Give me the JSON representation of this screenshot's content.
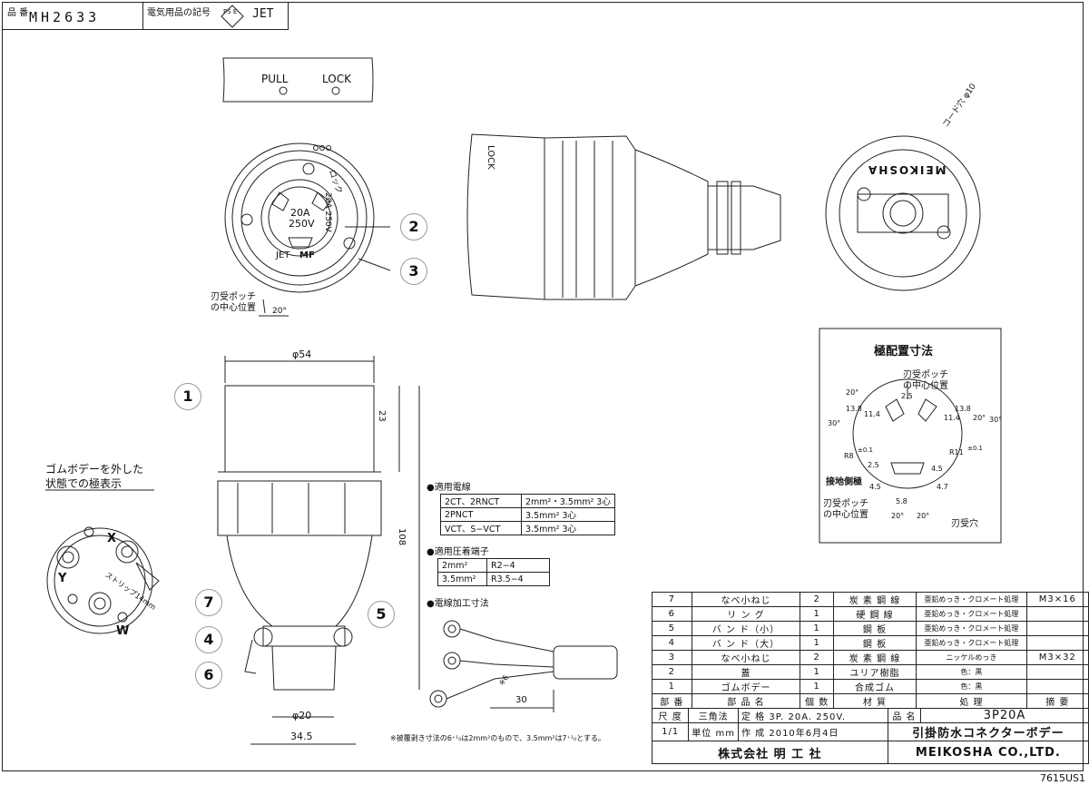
{
  "header": {
    "part_no_label": "品 番",
    "part_no": "MH2633",
    "mark_label": "電気用品の記号",
    "pse_mark": "PS E",
    "jet": "JET"
  },
  "top_view": {
    "pull": "PULL",
    "lock": "LOCK"
  },
  "front_face": {
    "rating1": "20A",
    "rating2": "250V",
    "side_rating": "20A 250V",
    "word_lock": "ロック",
    "word_jet": "JET",
    "word_mf": "MF",
    "note_line1": "刃受ポッチ",
    "note_line2": "の中心位置",
    "angle": "20°"
  },
  "side_view": {
    "lock_text": "LOCK"
  },
  "rear_view": {
    "brand": "MEIKOSHA",
    "cord_hole": "コード穴 φ10"
  },
  "callouts": [
    "1",
    "2",
    "3",
    "4",
    "5",
    "6",
    "7"
  ],
  "dims": {
    "dia54": "φ54",
    "h23": "23",
    "h108": "108",
    "dia20": "φ20",
    "w345": "34.5"
  },
  "pole_layout": {
    "title": "極配置寸法",
    "notch1": "刃受ポッチ",
    "notch2": "の中心位置",
    "ground_side": "接地側極",
    "notch3": "刃受ポッチ",
    "notch4": "の中心位置",
    "blade_hole": "刃受穴",
    "values": [
      "20°",
      "13.8",
      "11.4",
      "2.5",
      "13.8",
      "11.4",
      "20°",
      "30°",
      "30°",
      "R8",
      "R11",
      "2.5",
      "4.5",
      "4.5",
      "4.7",
      "5.8",
      "20°",
      "20°"
    ],
    "tol_r8": "±0.1",
    "tol_r11": "±0.1"
  },
  "rubber_body": {
    "line1": "ゴムボデーを外した",
    "line2": "状態での極表示",
    "x": "X",
    "y": "Y",
    "w": "W",
    "strip": "ストリップ14mm"
  },
  "wires": {
    "title": "●適用電線",
    "rows": [
      [
        "2CT、2RNCT",
        "2mm²・3.5mm² 3心"
      ],
      [
        "2PNCT",
        "3.5mm² 3心"
      ],
      [
        "VCT、S−VCT",
        "3.5mm² 3心"
      ]
    ]
  },
  "terminals": {
    "title": "●適用圧着端子",
    "rows": [
      [
        "2mm²",
        "R2−4"
      ],
      [
        "3.5mm²",
        "R3.5−4"
      ]
    ]
  },
  "processing": {
    "title": "●電線加工寸法",
    "dim6": "※6",
    "dim30": "30",
    "footnote": "※被覆剥き寸法の6⁺¹₀は2mm²のもので、3.5mm²は7⁺¹₀とする。"
  },
  "parts_table": {
    "rows": [
      [
        "7",
        "なべ小ねじ",
        "2",
        "炭 素 鋼 線",
        "亜鉛めっき・クロメート処理",
        "M3×16"
      ],
      [
        "6",
        "リ ン グ",
        "1",
        "硬 鋼 線",
        "亜鉛めっき・クロメート処理",
        ""
      ],
      [
        "5",
        "バ ン ド（小）",
        "1",
        "鋼 板",
        "亜鉛めっき・クロメート処理",
        ""
      ],
      [
        "4",
        "バ ン ド（大）",
        "1",
        "鋼 板",
        "亜鉛めっき・クロメート処理",
        ""
      ],
      [
        "3",
        "なべ小ねじ",
        "2",
        "炭 素 鋼 線",
        "ニッケルめっき",
        "M3×32"
      ],
      [
        "2",
        "蓋",
        "1",
        "ユリア樹脂",
        "色：黒",
        ""
      ],
      [
        "1",
        "ゴムボデー",
        "1",
        "合成ゴム",
        "色：黒",
        ""
      ]
    ],
    "headers": [
      "部 番",
      "部 品 名",
      "個 数",
      "材 質",
      "処 理",
      "摘 要"
    ]
  },
  "title_block": {
    "scale_label": "尺 度",
    "scale": "1/1",
    "projection": "三角法",
    "rating_label": "定 格",
    "rating": "3P. 20A. 250V.",
    "name_label": "品 名",
    "product_code": "3P20A",
    "product_name": "引掛防水コネクターボデー",
    "unit_label": "単位 mm",
    "created_label": "作 成",
    "created": "2010年6月4日",
    "company_jp": "株式会社 明 工 社",
    "company_en": "MEIKOSHA CO.,LTD."
  },
  "doc_code": "7615US1"
}
